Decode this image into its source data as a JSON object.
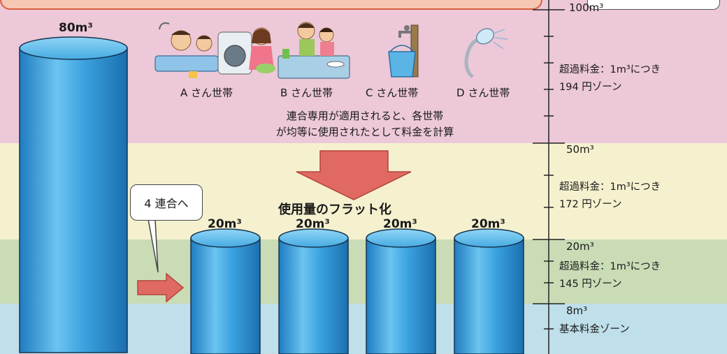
{
  "big_cylinder": {
    "label": "80m³",
    "volume_m3": 80
  },
  "households": [
    {
      "label": "A さん世帯",
      "icon": "bathing-family-icon",
      "volume_label": "20m³",
      "volume_m3": 20
    },
    {
      "label": "B さん世帯",
      "icon": "dishwashing-family-icon",
      "volume_label": "20m³",
      "volume_m3": 20
    },
    {
      "label": "C さん世帯",
      "icon": "faucet-bucket-icon",
      "volume_label": "20m³",
      "volume_m3": 20
    },
    {
      "label": "D さん世帯",
      "icon": "shower-head-icon",
      "volume_label": "20m³",
      "volume_m3": 20
    }
  ],
  "note": {
    "line1": "連合専用が適用されると、各世帯",
    "line2": "が均等に使用されたとして料金を計算"
  },
  "flatten_label": "使用量のフラット化",
  "bubble_label": "4 連合へ",
  "scale": {
    "marks": [
      {
        "label": "100m³",
        "value_m3": 100
      },
      {
        "label": "50m³",
        "value_m3": 50
      },
      {
        "label": "20m³",
        "value_m3": 20
      },
      {
        "label": "8m³",
        "value_m3": 8
      }
    ],
    "zones": [
      {
        "line1": "超過料金：1m³につき",
        "line2": "194 円ゾーン",
        "color": "#ecc8d8"
      },
      {
        "line1": "超過料金：1m³につき",
        "line2": "172 円ゾーン",
        "color": "#f5f1cf"
      },
      {
        "line1": "超過料金：1m³につき",
        "line2": "145 円ゾーン",
        "color": "#c9dcb6"
      },
      {
        "line1": "基本料金ゾーン",
        "line2": "",
        "color": "#bfdfea"
      }
    ]
  },
  "colors": {
    "cylinder": "#3aa2df",
    "arrow": "#e06a62",
    "arrow_edge": "#b3433c"
  }
}
